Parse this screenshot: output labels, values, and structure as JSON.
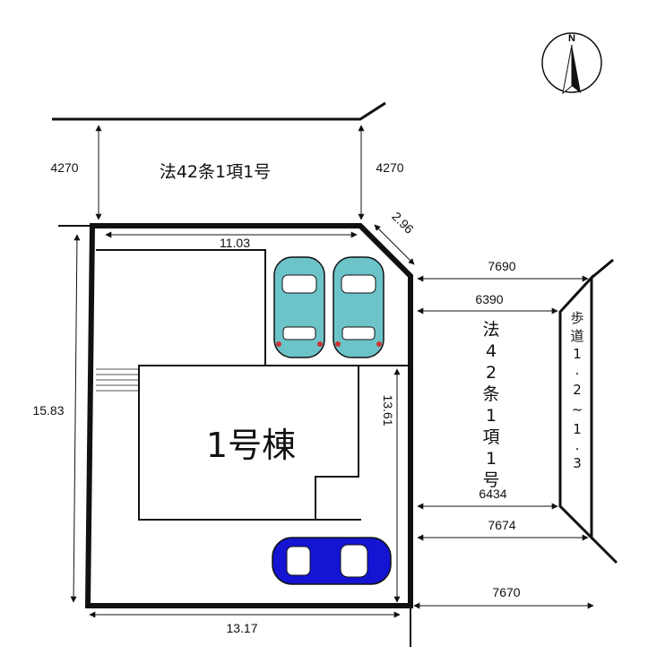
{
  "compass": {
    "north_label": "N"
  },
  "road_north": {
    "label": "法42条1項1号",
    "width_left": "4270",
    "width_right": "4270"
  },
  "road_east": {
    "label_chars": [
      "法",
      "4",
      "2",
      "条",
      "1",
      "項",
      "1",
      "号"
    ]
  },
  "sidewalk": {
    "label_chars": [
      "歩",
      "道",
      "1",
      ".",
      "2",
      "~",
      "1",
      ".",
      "3"
    ]
  },
  "dimensions": {
    "top_edge": "11.03",
    "corner_cut": "2.96",
    "left_edge": "15.83",
    "right_edge": "13.61",
    "bottom_edge": "13.17",
    "road_width_1": "7690",
    "road_width_2": "6390",
    "road_width_3": "6434",
    "road_width_4": "7674",
    "road_width_5": "7670"
  },
  "building": {
    "label": "1号棟"
  },
  "colors": {
    "car_teal": "#6cc4c9",
    "car_blue": "#1414d2",
    "lines": "#111111"
  }
}
